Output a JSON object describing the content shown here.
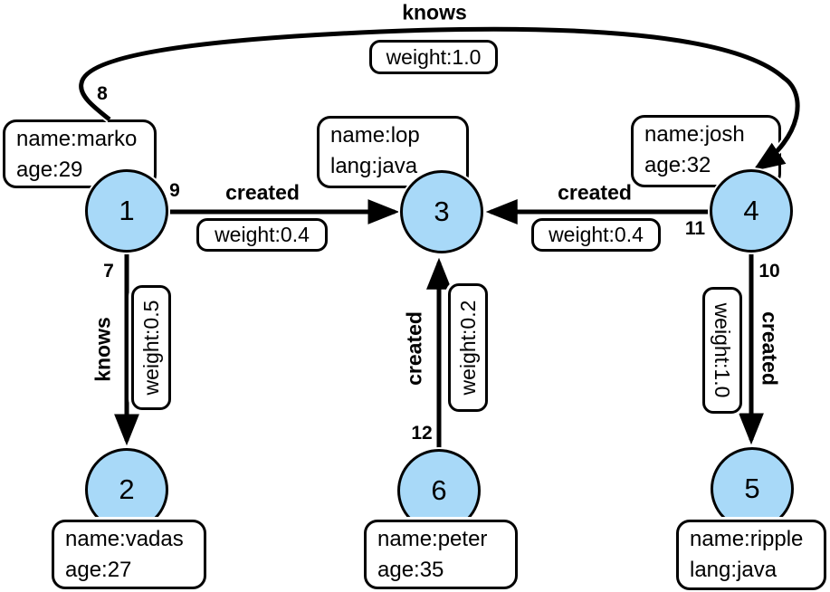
{
  "diagram_type": "property-graph",
  "nodes": {
    "n1": {
      "num": "1",
      "line1": "name:marko",
      "line2": "age:29"
    },
    "n2": {
      "num": "2",
      "line1": "name:vadas",
      "line2": "age:27"
    },
    "n3": {
      "num": "3",
      "line1": "name:lop",
      "line2": "lang:java"
    },
    "n4": {
      "num": "4",
      "line1": "name:josh",
      "line2": "age:32"
    },
    "n5": {
      "num": "5",
      "line1": "name:ripple",
      "line2": "lang:java"
    },
    "n6": {
      "num": "6",
      "line1": "name:peter",
      "line2": "age:35"
    }
  },
  "edges": {
    "e7": {
      "num": "7",
      "label": "knows",
      "weight": "weight:0.5"
    },
    "e8": {
      "num": "8",
      "label": "knows",
      "weight": "weight:1.0"
    },
    "e9": {
      "num": "9",
      "label": "created",
      "weight": "weight:0.4"
    },
    "e10": {
      "num": "10",
      "label": "created",
      "weight": "weight:1.0"
    },
    "e11": {
      "num": "11",
      "label": "created",
      "weight": "weight:0.4"
    },
    "e12": {
      "num": "12",
      "label": "created",
      "weight": "weight:0.2"
    }
  },
  "colors": {
    "node_fill": "#a8d9f8",
    "edge_stroke": "#000000",
    "box_background": "#ffffff"
  }
}
